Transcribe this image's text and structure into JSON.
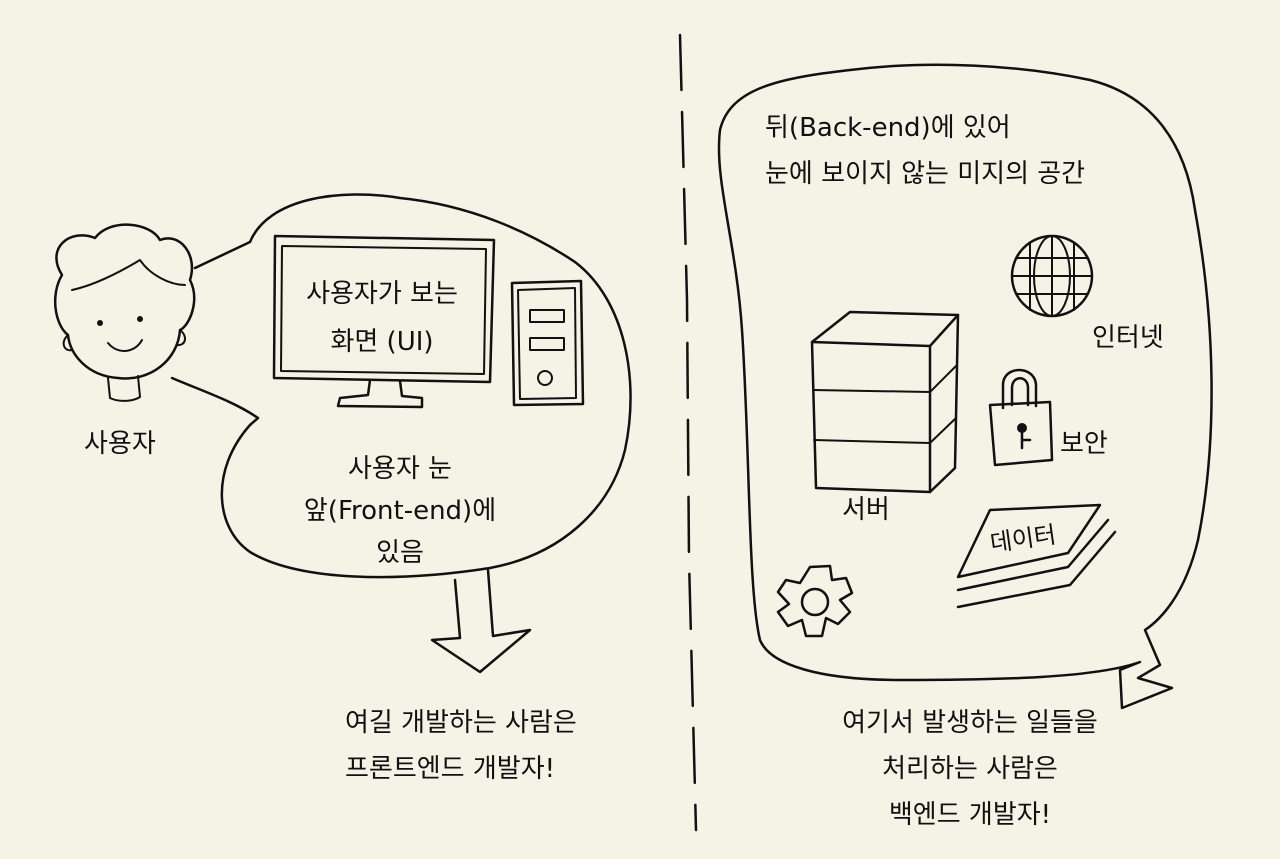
{
  "left": {
    "user_label": "사용자",
    "monitor_text": [
      "사용자가 보는",
      "화면 (UI)"
    ],
    "bubble_text": [
      "사용자 눈",
      "앞(Front-end)에",
      "있음"
    ],
    "conclusion": [
      "여길 개발하는 사람은",
      "프론트엔드 개발자!"
    ]
  },
  "right": {
    "bubble_title": [
      "뒤(Back-end)에 있어",
      "눈에 보이지 않는 미지의 공간"
    ],
    "server_label": "서버",
    "internet_label": "인터넷",
    "security_label": "보안",
    "data_label": "데이터",
    "conclusion": [
      "여기서 발생하는 일들을",
      "처리하는 사람은",
      "백엔드 개발자!"
    ]
  },
  "icons": [
    "person-icon",
    "monitor-icon",
    "pc-tower-icon",
    "server-icon",
    "globe-icon",
    "lock-icon",
    "data-sheets-icon",
    "gear-icon"
  ]
}
